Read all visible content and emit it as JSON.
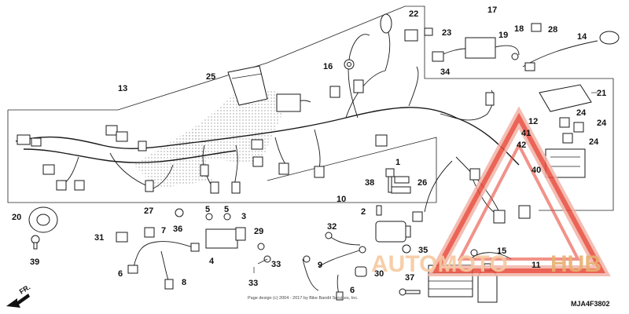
{
  "diagram": {
    "code": "MJA4F3802",
    "copyright": "Page design (c) 2004 - 2017 by Bike Bandit Services, Inc.",
    "direction": "FR.",
    "callouts": [
      "1",
      "2",
      "3",
      "4",
      "5",
      "5",
      "6",
      "6",
      "7",
      "8",
      "9",
      "10",
      "11",
      "12",
      "13",
      "14",
      "15",
      "16",
      "17",
      "18",
      "19",
      "20",
      "21",
      "22",
      "23",
      "24",
      "24",
      "24",
      "25",
      "26",
      "27",
      "28",
      "29",
      "30",
      "31",
      "32",
      "33",
      "33",
      "34",
      "35",
      "36",
      "37",
      "38",
      "39",
      "40",
      "41",
      "42"
    ]
  },
  "watermark": {
    "text_a": "AUTOMOTO",
    "text_b": "HUB",
    "color_main": "#e84a3a",
    "color_light": "#f6c9a0",
    "color_alt": "#f0a860"
  }
}
